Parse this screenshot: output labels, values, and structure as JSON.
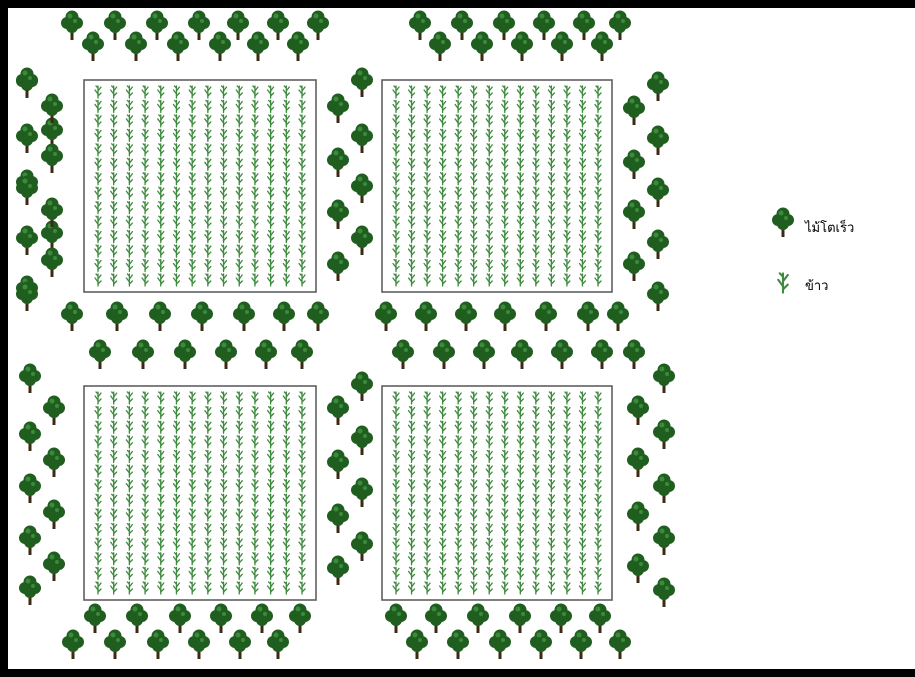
{
  "legend": {
    "items": [
      {
        "id": "tree",
        "label": "ไม้โตเร็ว",
        "icon": "tree-icon"
      },
      {
        "id": "rice",
        "label": "ข้าว",
        "icon": "rice-plant-icon"
      }
    ]
  },
  "colors": {
    "tree_canopy": "#1f5e1f",
    "tree_highlight": "#3c8a3c",
    "tree_trunk": "#3b2a14",
    "rice": "#3f8a3f",
    "plot_border": "#555555",
    "frame": "#000000"
  },
  "diagram": {
    "plots": [
      {
        "name": "top-left",
        "rice_rows": 14,
        "rice_cols": 14
      },
      {
        "name": "top-right",
        "rice_rows": 14,
        "rice_cols": 14
      },
      {
        "name": "bottom-left",
        "rice_rows": 14,
        "rice_cols": 14
      },
      {
        "name": "bottom-right",
        "rice_rows": 14,
        "rice_cols": 14
      }
    ]
  }
}
